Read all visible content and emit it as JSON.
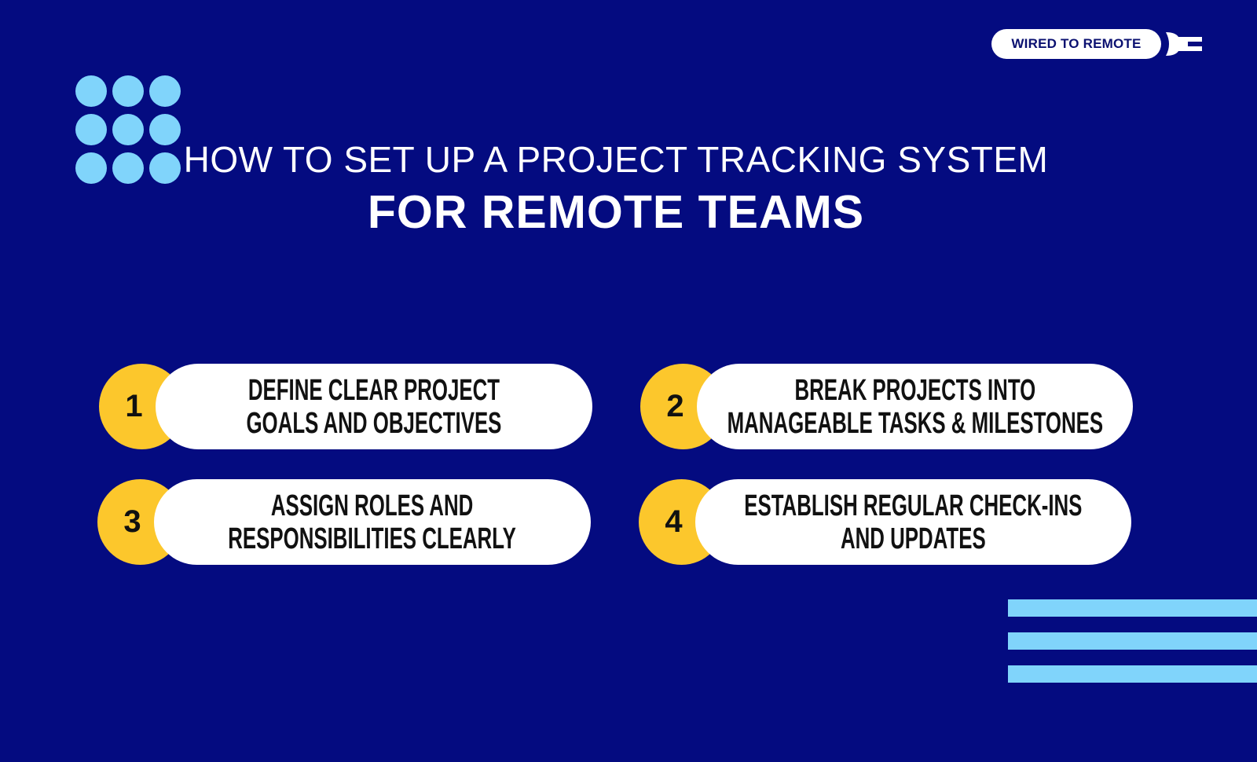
{
  "brand": {
    "name": "WIRED TO REMOTE",
    "icon": "plug-icon"
  },
  "title": {
    "line1": "HOW TO SET UP A PROJECT TRACKING SYSTEM",
    "line2": "FOR REMOTE TEAMS"
  },
  "steps": [
    {
      "number": "1",
      "line1": "DEFINE CLEAR PROJECT",
      "line2": "GOALS AND OBJECTIVES"
    },
    {
      "number": "2",
      "line1": "BREAK PROJECTS INTO",
      "line2": "MANAGEABLE TASKS & MILESTONES"
    },
    {
      "number": "3",
      "line1": "ASSIGN ROLES AND",
      "line2": "RESPONSIBILITIES CLEARLY"
    },
    {
      "number": "4",
      "line1": "ESTABLISH REGULAR CHECK-INS",
      "line2": "AND UPDATES"
    }
  ],
  "colors": {
    "background": "#040b80",
    "accent_yellow": "#fcc72c",
    "accent_blue": "#80d4fb"
  }
}
